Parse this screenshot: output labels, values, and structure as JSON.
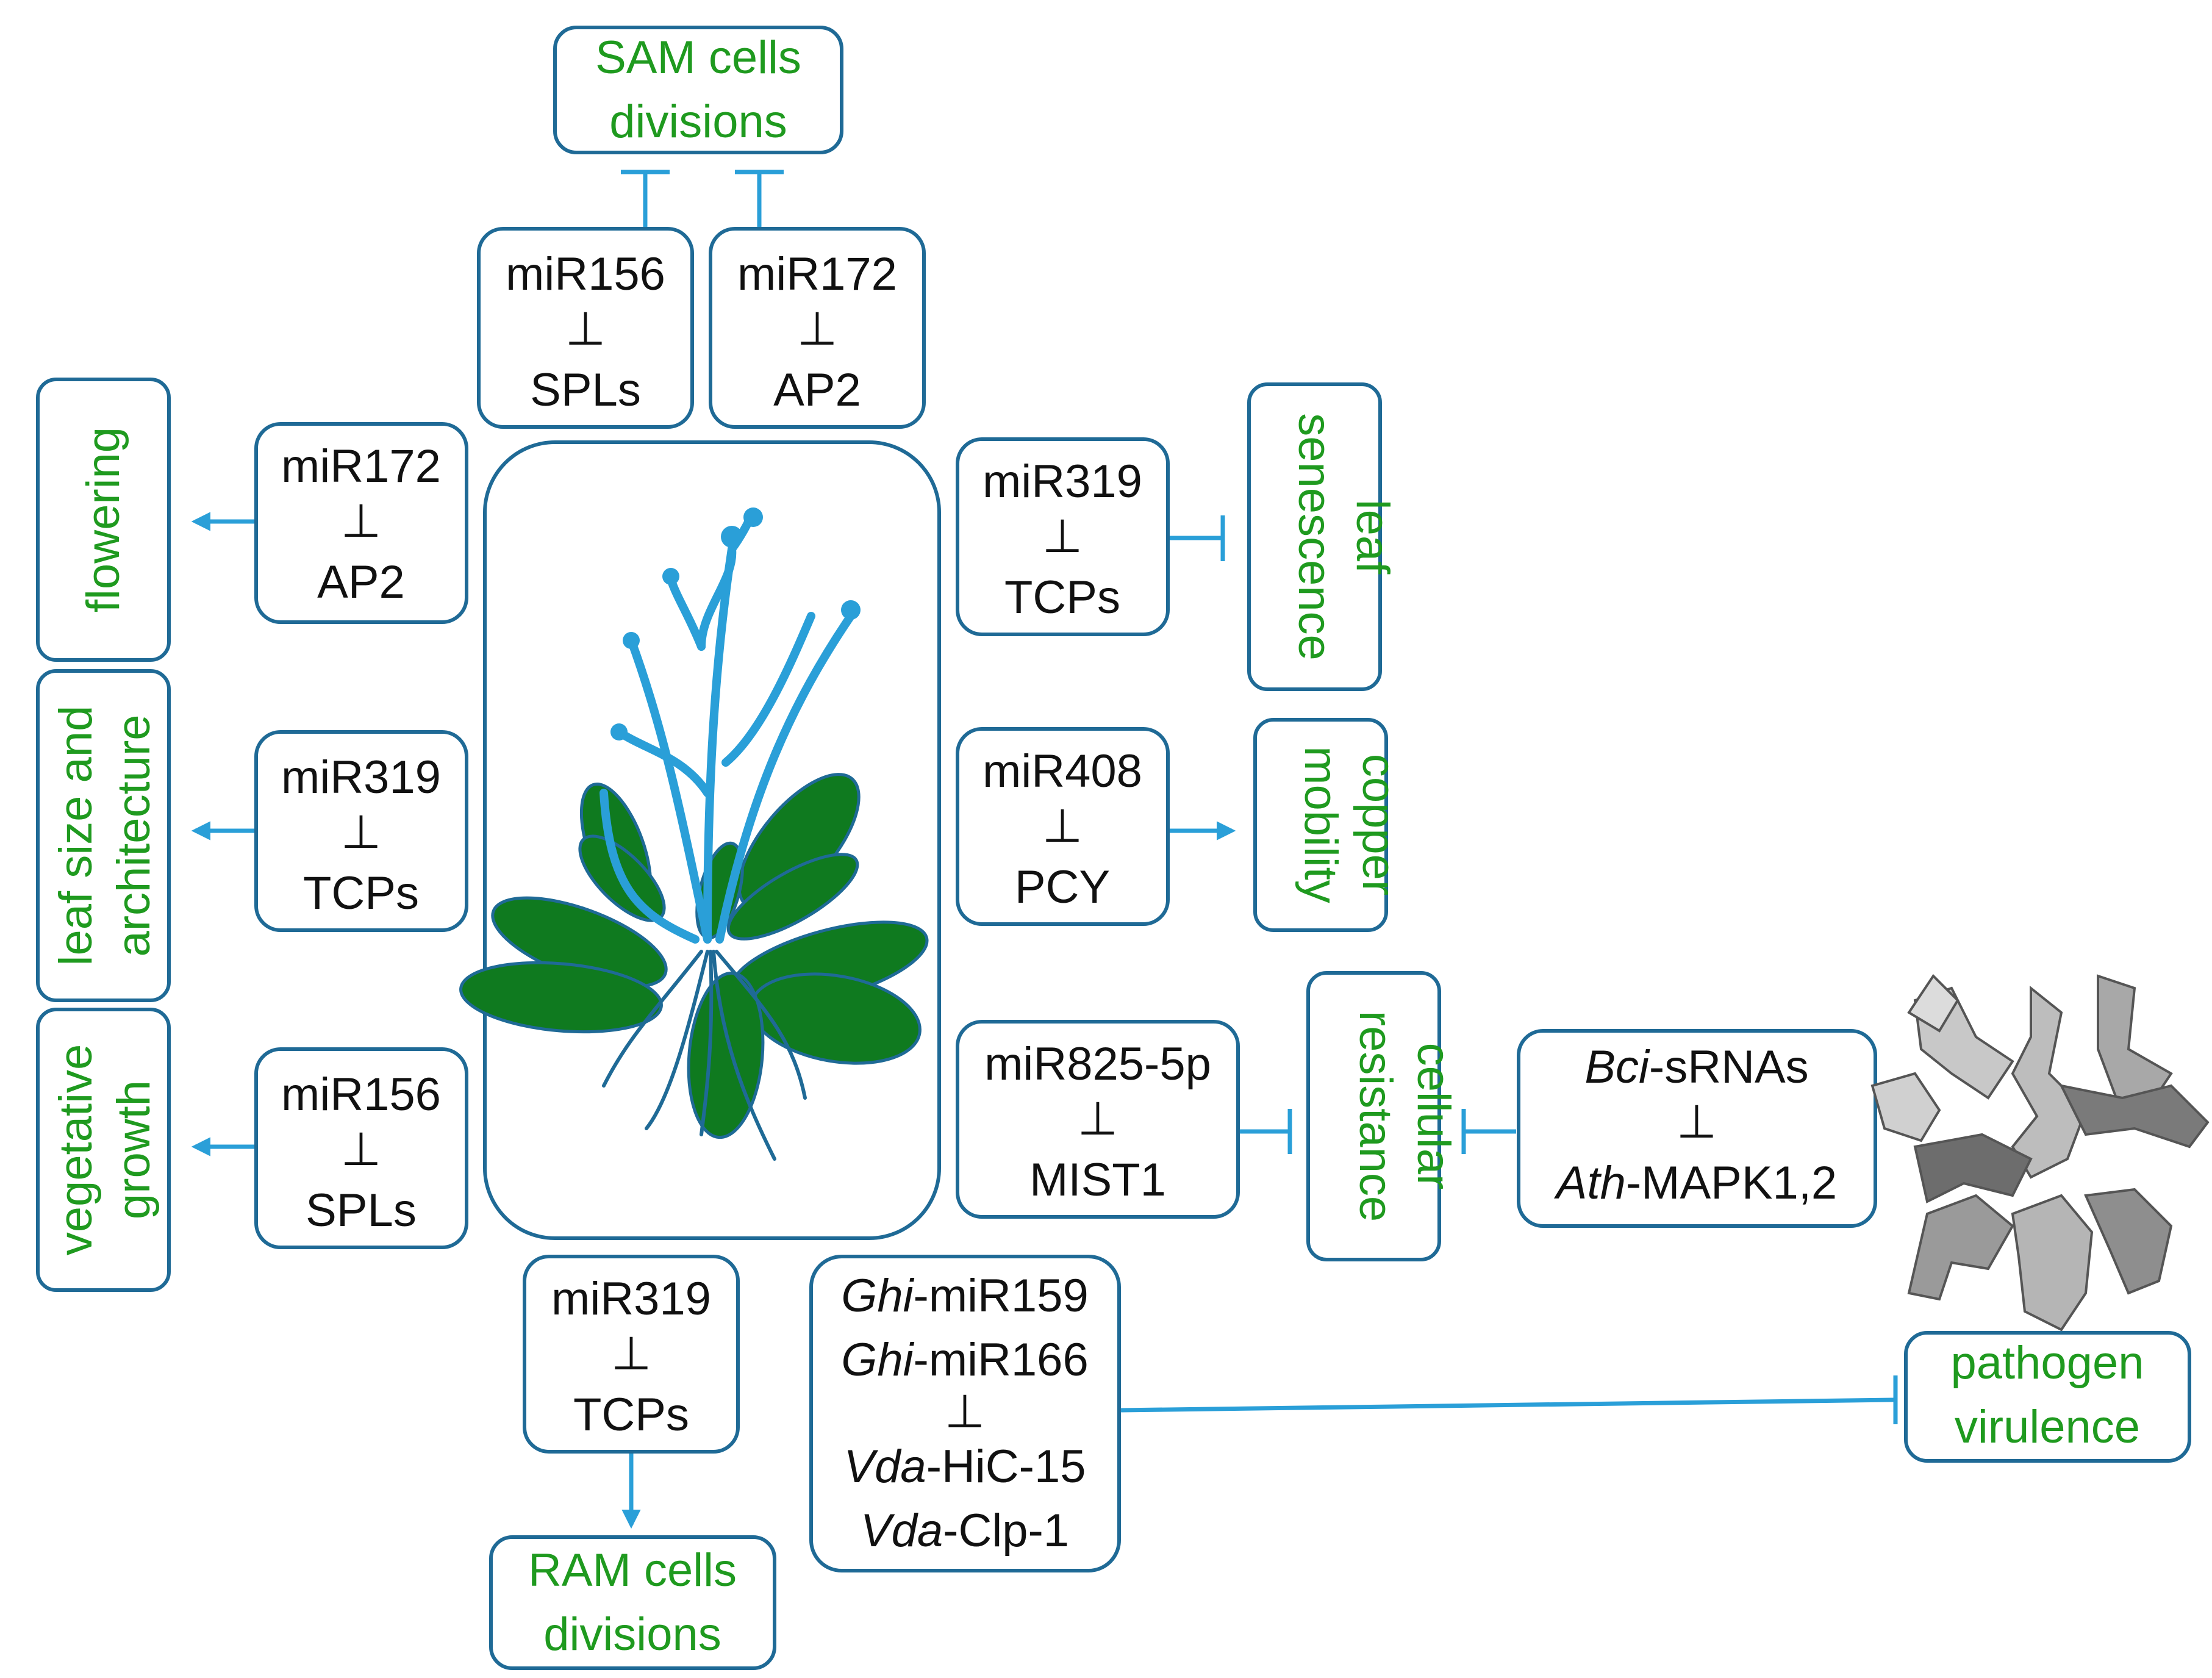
{
  "colors": {
    "box_border": "#1f6a96",
    "connector": "#2a9fd8",
    "process_text": "#1f9a1f",
    "regulator_text": "#111111",
    "plant_leaf": "#0f7a1f",
    "plant_stem": "#2a9fd8",
    "pathogen": "#8a8a8a"
  },
  "inhibit_symbol": "⊥",
  "regulators": {
    "top_left": {
      "mirna": "miR156",
      "target": "SPLs"
    },
    "top_right": {
      "mirna": "miR172",
      "target": "AP2"
    },
    "left_1": {
      "mirna": "miR172",
      "target": "AP2"
    },
    "left_2": {
      "mirna": "miR319",
      "target": "TCPs"
    },
    "left_3": {
      "mirna": "miR156",
      "target": "SPLs"
    },
    "right_1": {
      "mirna": "miR319",
      "target": "TCPs"
    },
    "right_2": {
      "mirna": "miR408",
      "target": "PCY"
    },
    "right_3": {
      "mirna": "miR825-5p",
      "target": "MIST1"
    },
    "bottom": {
      "mirna": "miR319",
      "target": "TCPs"
    },
    "bci": {
      "src_italic": "Bci",
      "src_rest": "-sRNAs",
      "tgt_italic": "Ath",
      "tgt_rest": "-MAPK1,2"
    },
    "ghi": {
      "l1_italic": "Ghi",
      "l1_rest": "-miR159",
      "l2_italic": "Ghi",
      "l2_rest": "-miR166",
      "l3_italic": "Vda",
      "l3_rest": "-HiC-15",
      "l4_italic": "Vda",
      "l4_rest": "-Clp-1"
    }
  },
  "processes": {
    "sam": {
      "line1": "SAM cells",
      "line2": "divisions"
    },
    "flowering": {
      "line1": "flowering"
    },
    "leaf_size": {
      "line1": "leaf size and",
      "line2": "architecture"
    },
    "vegetative": {
      "line1": "vegetative",
      "line2": "growth"
    },
    "leaf_senescence": {
      "line1": "leaf",
      "line2": "senescence"
    },
    "copper": {
      "line1": "copper",
      "line2": "mobility"
    },
    "cellular_resistance": {
      "line1": "cellular",
      "line2": "resistance"
    },
    "ram": {
      "line1": "RAM cells",
      "line2": "divisions"
    },
    "pathogen_virulence": {
      "line1": "pathogen",
      "line2": "virulence"
    }
  },
  "illustrations": {
    "plant": "arabidopsis-plant-icon",
    "pathogen": "fungal-pathogen-icon"
  }
}
